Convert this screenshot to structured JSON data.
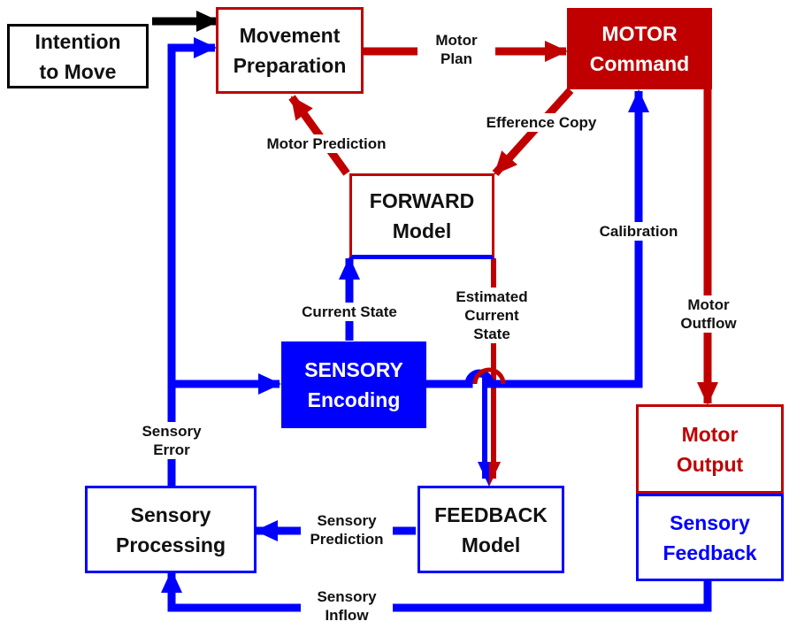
{
  "colors": {
    "red": "#c00000",
    "blue": "#0000ff",
    "black": "#000000",
    "fill_white": "#ffffff"
  },
  "boxes": {
    "intention": {
      "line1": "Intention",
      "line2": "to Move"
    },
    "movement_prep": {
      "line1": "Movement",
      "line2": "Preparation"
    },
    "motor_command": {
      "line1": "MOTOR",
      "line2": "Command"
    },
    "forward_model": {
      "line1": "FORWARD",
      "line2": "Model"
    },
    "sensory_encoding": {
      "line1": "SENSORY",
      "line2": "Encoding"
    },
    "motor_output": {
      "line1": "Motor",
      "line2": "Output"
    },
    "sensory_feedback": {
      "line1": "Sensory",
      "line2": "Feedback"
    },
    "sensory_processing": {
      "line1": "Sensory",
      "line2": "Processing"
    },
    "feedback_model": {
      "line1": "FEEDBACK",
      "line2": "Model"
    }
  },
  "labels": {
    "motor_plan": {
      "line1": "Motor",
      "line2": "Plan"
    },
    "efference_copy": "Efference Copy",
    "motor_prediction": "Motor Prediction",
    "calibration": "Calibration",
    "current_state": "Current State",
    "estimated_current_state": {
      "line1": "Estimated",
      "line2": "Current",
      "line3": "State"
    },
    "motor_outflow": {
      "line1": "Motor",
      "line2": "Outflow"
    },
    "sensory_error": {
      "line1": "Sensory",
      "line2": "Error"
    },
    "sensory_prediction": {
      "line1": "Sensory",
      "line2": "Prediction"
    },
    "sensory_inflow": {
      "line1": "Sensory",
      "line2": "Inflow"
    }
  }
}
